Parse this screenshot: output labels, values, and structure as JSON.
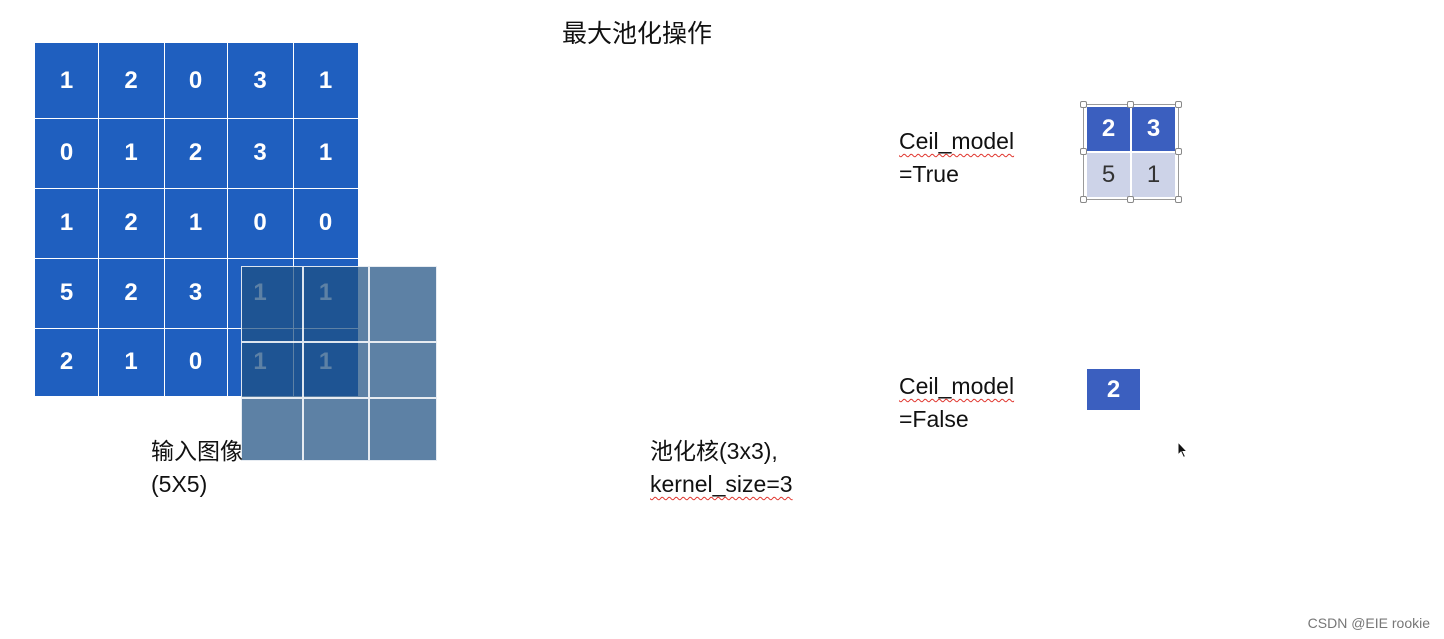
{
  "title": "最大池化操作",
  "input": {
    "rows": [
      [
        "1",
        "2",
        "0",
        "3",
        "1"
      ],
      [
        "0",
        "1",
        "2",
        "3",
        "1"
      ],
      [
        "1",
        "2",
        "1",
        "0",
        "0"
      ],
      [
        "5",
        "2",
        "3",
        "1",
        "1"
      ],
      [
        "2",
        "1",
        "0",
        "1",
        "1"
      ]
    ],
    "label_line1": "输入图像",
    "label_line2": "(5X5)"
  },
  "kernel": {
    "label_line1": "池化核(3x3),",
    "label_line2": "kernel_size=3"
  },
  "ceil_true": {
    "label_line1": "Ceil_model",
    "label_line2": "=True",
    "cells": [
      [
        "2",
        "3"
      ],
      [
        "5",
        "1"
      ]
    ]
  },
  "ceil_false": {
    "label_line1": "Ceil_model",
    "label_line2": "=False",
    "value": "2"
  },
  "watermark": "CSDN @EIE rookie",
  "colors": {
    "input_blue": "#1f5fbf",
    "output_dark": "#3b5fbf",
    "output_light": "#cdd3e8"
  }
}
